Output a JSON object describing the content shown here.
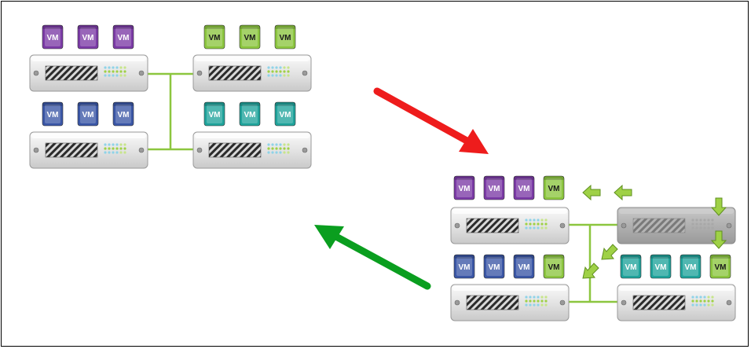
{
  "diagram": {
    "vm_label": "VM",
    "colors": {
      "purple": "#7b3aa6",
      "green": "#8cc63f",
      "blue": "#3a56a6",
      "teal": "#1fa39b",
      "connector": "#8cc63f",
      "arrow_red": "#ee1c1c",
      "arrow_green": "#0a9e1f",
      "server_body": "#e6e6e6"
    },
    "state_before": {
      "servers": [
        {
          "id": "server-1",
          "vms": [
            "purple",
            "purple",
            "purple"
          ]
        },
        {
          "id": "server-2",
          "vms": [
            "green",
            "green",
            "green"
          ]
        },
        {
          "id": "server-3",
          "vms": [
            "blue",
            "blue",
            "blue"
          ]
        },
        {
          "id": "server-4",
          "vms": [
            "teal",
            "teal",
            "teal"
          ]
        }
      ]
    },
    "state_after": {
      "servers": [
        {
          "id": "server-1",
          "vms": [
            "purple",
            "purple",
            "purple",
            "green"
          ]
        },
        {
          "id": "server-2",
          "vms": [],
          "powered_off": true
        },
        {
          "id": "server-3",
          "vms": [
            "blue",
            "blue",
            "blue",
            "green"
          ]
        },
        {
          "id": "server-4",
          "vms": [
            "teal",
            "teal",
            "teal",
            "green"
          ]
        }
      ]
    },
    "arrows": [
      "consolidate",
      "expand"
    ]
  }
}
